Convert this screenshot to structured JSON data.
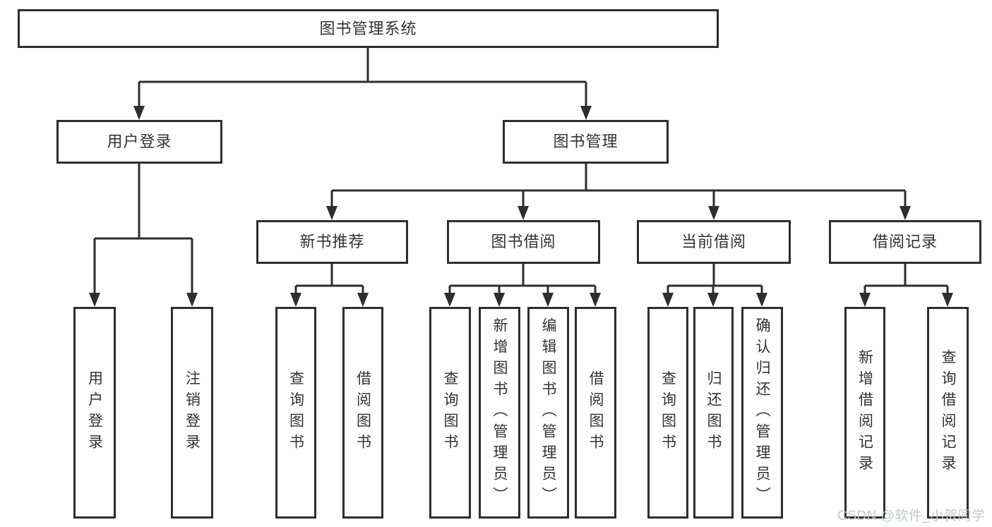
{
  "nodes": {
    "root": {
      "label": "图书管理系统"
    },
    "user_login": {
      "label": "用户登录"
    },
    "book_mgmt": {
      "label": "图书管理"
    },
    "new_book_rec": {
      "label": "新书推荐"
    },
    "book_borrow": {
      "label": "图书借阅"
    },
    "current_borrow": {
      "label": "当前借阅"
    },
    "borrow_records": {
      "label": "借阅记录"
    },
    "login": {
      "label": "用户登录"
    },
    "logout": {
      "label": "注销登录"
    },
    "rec_query": {
      "label": "查询图书"
    },
    "rec_borrow": {
      "label": "借阅图书"
    },
    "bb_query": {
      "label": "查询图书"
    },
    "bb_add": {
      "label": "新增图书（管理员）"
    },
    "bb_edit": {
      "label": "编辑图书（管理员）"
    },
    "bb_borrow": {
      "label": "借阅图书"
    },
    "cb_query": {
      "label": "查询图书"
    },
    "cb_return": {
      "label": "归还图书"
    },
    "cb_confirm": {
      "label": "确认归还（管理员）"
    },
    "br_add": {
      "label": "新增借阅记录"
    },
    "br_query": {
      "label": "查询借阅记录"
    }
  },
  "edges": [
    [
      "root",
      "user_login"
    ],
    [
      "root",
      "book_mgmt"
    ],
    [
      "user_login",
      "login"
    ],
    [
      "user_login",
      "logout"
    ],
    [
      "book_mgmt",
      "new_book_rec"
    ],
    [
      "book_mgmt",
      "book_borrow"
    ],
    [
      "book_mgmt",
      "current_borrow"
    ],
    [
      "book_mgmt",
      "borrow_records"
    ],
    [
      "new_book_rec",
      "rec_query"
    ],
    [
      "new_book_rec",
      "rec_borrow"
    ],
    [
      "book_borrow",
      "bb_query"
    ],
    [
      "book_borrow",
      "bb_add"
    ],
    [
      "book_borrow",
      "bb_edit"
    ],
    [
      "book_borrow",
      "bb_borrow"
    ],
    [
      "current_borrow",
      "cb_query"
    ],
    [
      "current_borrow",
      "cb_return"
    ],
    [
      "current_borrow",
      "cb_confirm"
    ],
    [
      "borrow_records",
      "br_add"
    ],
    [
      "borrow_records",
      "br_query"
    ]
  ],
  "watermark": "CSDN @软件_小贺同学",
  "colors": {
    "line": "#2e2e2e",
    "text": "#333333",
    "background": "#ffffff",
    "watermark": "#c3c6ca"
  }
}
